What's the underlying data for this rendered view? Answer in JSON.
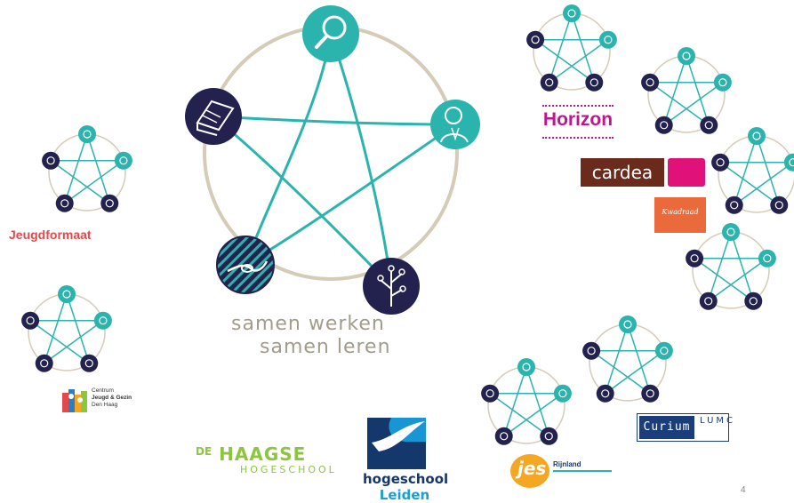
{
  "main_diagram": {
    "tagline_line1": "samen werken",
    "tagline_line2": "samen leren",
    "nodes": [
      "magnifier-icon",
      "person-icon",
      "plant-icon",
      "handshake-icon",
      "book-icon"
    ]
  },
  "logos": {
    "jeugdformaat": "Jeugdformaat",
    "horizon": "Horizon",
    "cardea": "cardea",
    "kwadraad": "Kwadraad",
    "cjg_line1": "Centrum",
    "cjg_line2": "Jeugd & Gezin",
    "cjg_line3": "Den Haag",
    "haagse_de": "DE",
    "haagse_main": "HAAGSE",
    "haagse_sub": "HOGESCHOOL",
    "hsl_line1": "hogeschool",
    "hsl_line2": "Leiden",
    "jes_main": "jes",
    "jes_sub": "Rijnland",
    "curium_main": "Curium",
    "curium_lumc": "LUMC"
  },
  "page_number": "4",
  "colors": {
    "teal": "#2bb3ad",
    "navy": "#23224f",
    "ring": "#d5cbb7",
    "tagline": "#a39c8d"
  }
}
